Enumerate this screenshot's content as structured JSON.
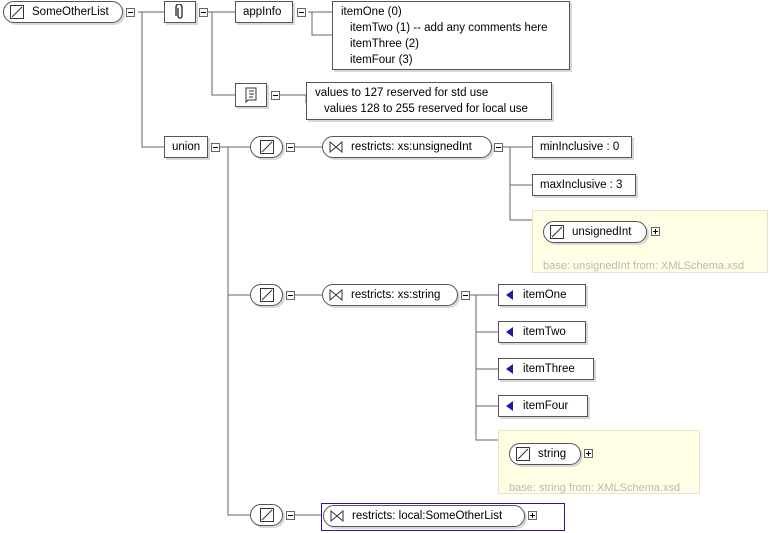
{
  "root": {
    "label": "SomeOtherList"
  },
  "annotation": {
    "appinfo_label": "appInfo",
    "appinfo_lines": [
      "itemOne (0)",
      "itemTwo (1) -- add any comments here",
      "itemThree (2)",
      "itemFour (3)"
    ],
    "documentation_lines": [
      "values to 127 reserved for std use",
      "values 128 to 255 reserved for local use"
    ]
  },
  "union": {
    "label": "union"
  },
  "member1": {
    "restricts": "restricts: xs:unsignedInt",
    "facets": [
      "minInclusive : 0",
      "maxInclusive : 3"
    ],
    "base_type": "unsignedInt",
    "base_info": "base: unsignedInt from: XMLSchema.xsd"
  },
  "member2": {
    "restricts": "restricts: xs:string",
    "enums": [
      "itemOne",
      "itemTwo",
      "itemThree",
      "itemFour"
    ],
    "base_type": "string",
    "base_info": "base: string from: XMLSchema.xsd"
  },
  "member3": {
    "restricts": "restricts: local:SomeOtherList"
  },
  "colors": {
    "selected_border": "#1a1aa8",
    "base_box_bg": "#ffffe5",
    "enum_marker": "#1c1caa"
  }
}
